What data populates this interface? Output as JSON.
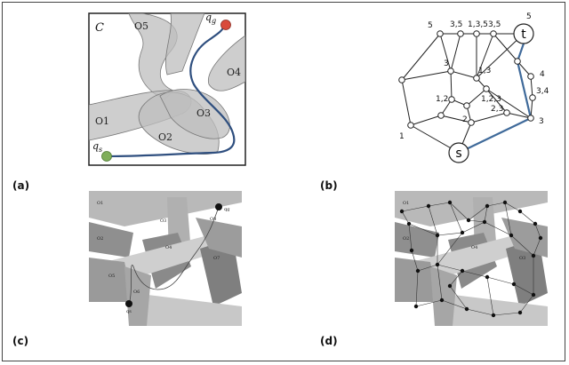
{
  "panel_labels": {
    "a": "(a)",
    "b": "(b)",
    "c": "(c)",
    "d": "(d)"
  },
  "panel_a": {
    "space_label": "C",
    "obstacles": [
      "O1",
      "O2",
      "O3",
      "O4",
      "O5"
    ],
    "start_label": "q",
    "start_sub": "s",
    "goal_label": "q",
    "goal_sub": "g",
    "colors": {
      "path": "#2f4f7f",
      "start": "#7fae5a",
      "goal": "#d94b3c",
      "obstacle": "#bdbdbd"
    }
  },
  "panel_b": {
    "start_node": "s",
    "goal_node": "t",
    "node_labels": [
      "5",
      "3,5",
      "1,3,5",
      "3,5",
      "5",
      "3",
      "1,3",
      "1,2",
      "1,2,3",
      "2",
      "2,3",
      "4",
      "3,4",
      "3",
      "1"
    ],
    "colors": {
      "path": "#3f6a9a"
    }
  },
  "panel_c": {
    "obstacle_labels": [
      "O1",
      "O2",
      "O3",
      "O4",
      "O5",
      "O6",
      "O7",
      "O8"
    ],
    "start_label": "qs",
    "goal_label": "qg"
  },
  "panel_d": {
    "obstacle_labels": [
      "O1",
      "O2",
      "O3",
      "O4"
    ]
  }
}
